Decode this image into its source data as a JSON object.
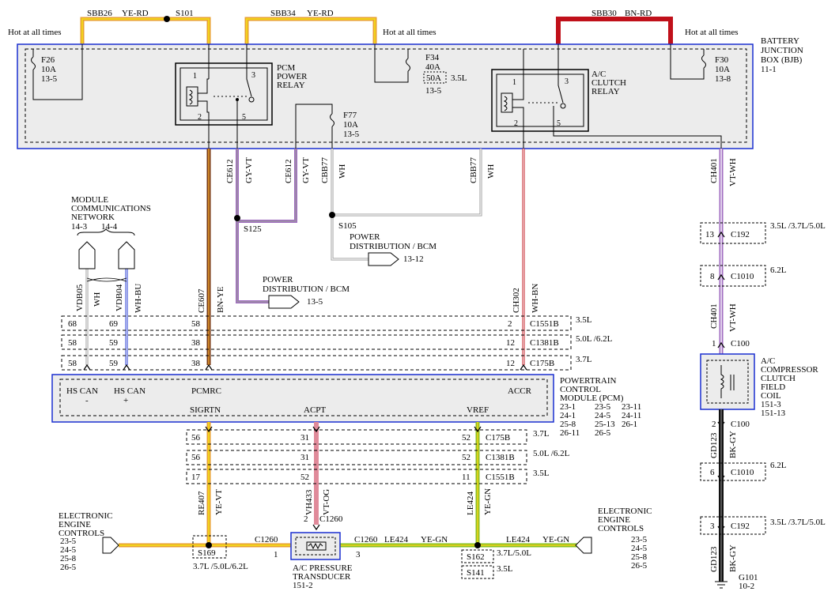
{
  "colors": {
    "yellow": "#f2d31c",
    "orange": "#e8a030",
    "brown": "#7a3a14",
    "red": "#c0101a",
    "violet": "#a06cc0",
    "gray": "#9a9a9a",
    "green": "#88c020",
    "pink": "#e08a9a",
    "black": "#111111",
    "blue": "#1a2fd0",
    "box_fill": "#ececec"
  },
  "top": {
    "sbb26": "SBB26",
    "sbb26_color": "YE-RD",
    "s101": "S101",
    "sbb34": "SBB34",
    "sbb34_color": "YE-RD",
    "sbb30": "SBB30",
    "sbb30_color": "BN-RD",
    "hot1": "Hot at all times",
    "hot2": "Hot at all times",
    "hot3": "Hot at all times"
  },
  "bjb": {
    "title1": "BATTERY",
    "title2": "JUNCTION",
    "title3": "BOX (BJB)",
    "page": "11-1",
    "f26": "F26",
    "f26_amps": "10A",
    "f26_ref": "13-5",
    "f34": "F34",
    "f34_amps": "40A",
    "f34_box": "50A",
    "f34_note": "3.5L",
    "f34_ref": "13-5",
    "f30": "F30",
    "f30_amps": "10A",
    "f30_ref": "13-8",
    "f77": "F77",
    "f77_amps": "10A",
    "f77_ref": "13-5",
    "pcm_relay1": "PCM",
    "pcm_relay2": "POWER",
    "pcm_relay3": "RELAY",
    "ac_relay1": "A/C",
    "ac_relay2": "CLUTCH",
    "ac_relay3": "RELAY",
    "p1": "1",
    "p2": "2",
    "p3": "3",
    "p5": "5"
  },
  "wires": {
    "ce612a": "CE612",
    "ce612a_c": "GY-VT",
    "ce612b": "CE612",
    "ce612b_c": "GY-VT",
    "cbb77a": "CBB77",
    "cbb77a_c": "WH",
    "cbb77b": "CBB77",
    "cbb77b_c": "WH",
    "ch401a": "CH401",
    "ch401a_c": "VT-WH",
    "ch401b": "CH401",
    "ch401b_c": "VT-WH",
    "vdb05": "VDB05",
    "vdb05_c": "WH",
    "vdb04": "VDB04",
    "vdb04_c": "WH-BU",
    "ce607": "CE607",
    "ce607_c": "BN-YE",
    "ch302": "CH302",
    "ch302_c": "WH-BN",
    "re407": "RE407",
    "re407_c": "YE-VT",
    "vh433": "VH433",
    "vh433_c": "VT-OG",
    "le424v": "LE424",
    "le424v_c": "YE-GN",
    "gd123a": "GD123",
    "gd123a_c": "BK-GY",
    "gd123b": "GD123",
    "gd123b_c": "BK-GY",
    "le424h1": "LE424",
    "le424h1_c": "YE-GN",
    "le424h2": "LE424",
    "le424h2_c": "YE-GN"
  },
  "splices": {
    "s125": "S125",
    "s105": "S105",
    "s169": "S169",
    "s162": "S162",
    "s141": "S141",
    "s169_note": "3.7L /5.0L/6.2L",
    "s162_note": "3.7L/5.0L",
    "s141_note": "3.5L"
  },
  "mcn": {
    "l1": "MODULE",
    "l2": "COMMUNICATIONS",
    "l3": "NETWORK",
    "ref1": "14-3",
    "ref2": "14-4"
  },
  "pd1": {
    "label": "POWER",
    "label2": "DISTRIBUTION / BCM",
    "ref": "13-12"
  },
  "pd2": {
    "label": "POWER",
    "label2": "DISTRIBUTION / BCM",
    "ref": "13-5"
  },
  "connectors_top": [
    {
      "pins": [
        "68",
        "69",
        "58",
        "2"
      ],
      "name": "C1551B",
      "note": "3.5L"
    },
    {
      "pins": [
        "58",
        "59",
        "38",
        "12"
      ],
      "name": "C1381B",
      "note": "5.0L /6.2L"
    },
    {
      "pins": [
        "58",
        "59",
        "38",
        "12"
      ],
      "name": "C175B",
      "note": "3.7L"
    }
  ],
  "connectors_bottom": [
    {
      "pins": [
        "56",
        "31",
        "52"
      ],
      "name": "C175B",
      "note": "3.7L"
    },
    {
      "pins": [
        "56",
        "31",
        "52"
      ],
      "name": "C1381B",
      "note": "5.0L /6.2L"
    },
    {
      "pins": [
        "17",
        "52",
        "11"
      ],
      "name": "C1551B",
      "note": "3.5L"
    }
  ],
  "pcm": {
    "hscan1": "HS CAN",
    "hscan1_sign": "-",
    "hscan2": "HS CAN",
    "hscan2_sign": "+",
    "pcmrc": "PCMRC",
    "accr": "ACCR",
    "sigrtn": "SIGRTN",
    "acpt": "ACPT",
    "vref": "VREF",
    "title1": "POWERTRAIN",
    "title2": "CONTROL",
    "title3": "MODULE (PCM)",
    "refs": [
      "23-1",
      "23-5",
      "23-11",
      "24-1",
      "24-5",
      "24-11",
      "25-8",
      "25-13",
      "26-1",
      "26-11",
      "26-5"
    ]
  },
  "right": {
    "c192a_pin": "13",
    "c192a": "C192",
    "c192a_note": "3.5L /3.7L/5.0L",
    "c1010a_pin": "8",
    "c1010a": "C1010",
    "c1010a_note": "6.2L",
    "c100a_pin": "1",
    "c100a": "C100",
    "coil1": "A/C",
    "coil2": "COMPRESSOR",
    "coil3": "CLUTCH",
    "coil4": "FIELD",
    "coil5": "COIL",
    "coil_ref1": "151-3",
    "coil_ref2": "151-13",
    "c100b_pin": "2",
    "c100b": "C100",
    "c1010b_pin": "6",
    "c1010b": "C1010",
    "c1010b_note": "6.2L",
    "c192b_pin": "3",
    "c192b": "C192",
    "c192b_note": "3.5L /3.7L/5.0L",
    "g101": "G101",
    "g101_ref": "10-2"
  },
  "bottom": {
    "eec_l1": "ELECTRONIC",
    "eec_l2": "ENGINE",
    "eec_l3": "CONTROLS",
    "eec_refs": [
      "23-5",
      "24-5",
      "25-8",
      "26-5"
    ],
    "eec2_l1": "ELECTRONIC",
    "eec2_l2": "ENGINE",
    "eec2_l3": "CONTROLS",
    "eec2_refs": [
      "23-5",
      "24-5",
      "25-8",
      "26-5"
    ],
    "c1260a": "C1260",
    "c1260a_pin": "1",
    "c1260b": "C1260",
    "c1260b_pin": "3",
    "c1260c": "C1260",
    "c1260c_pin": "2",
    "transducer1": "A/C PRESSURE",
    "transducer2": "TRANSDUCER",
    "transducer_ref": "151-2"
  }
}
